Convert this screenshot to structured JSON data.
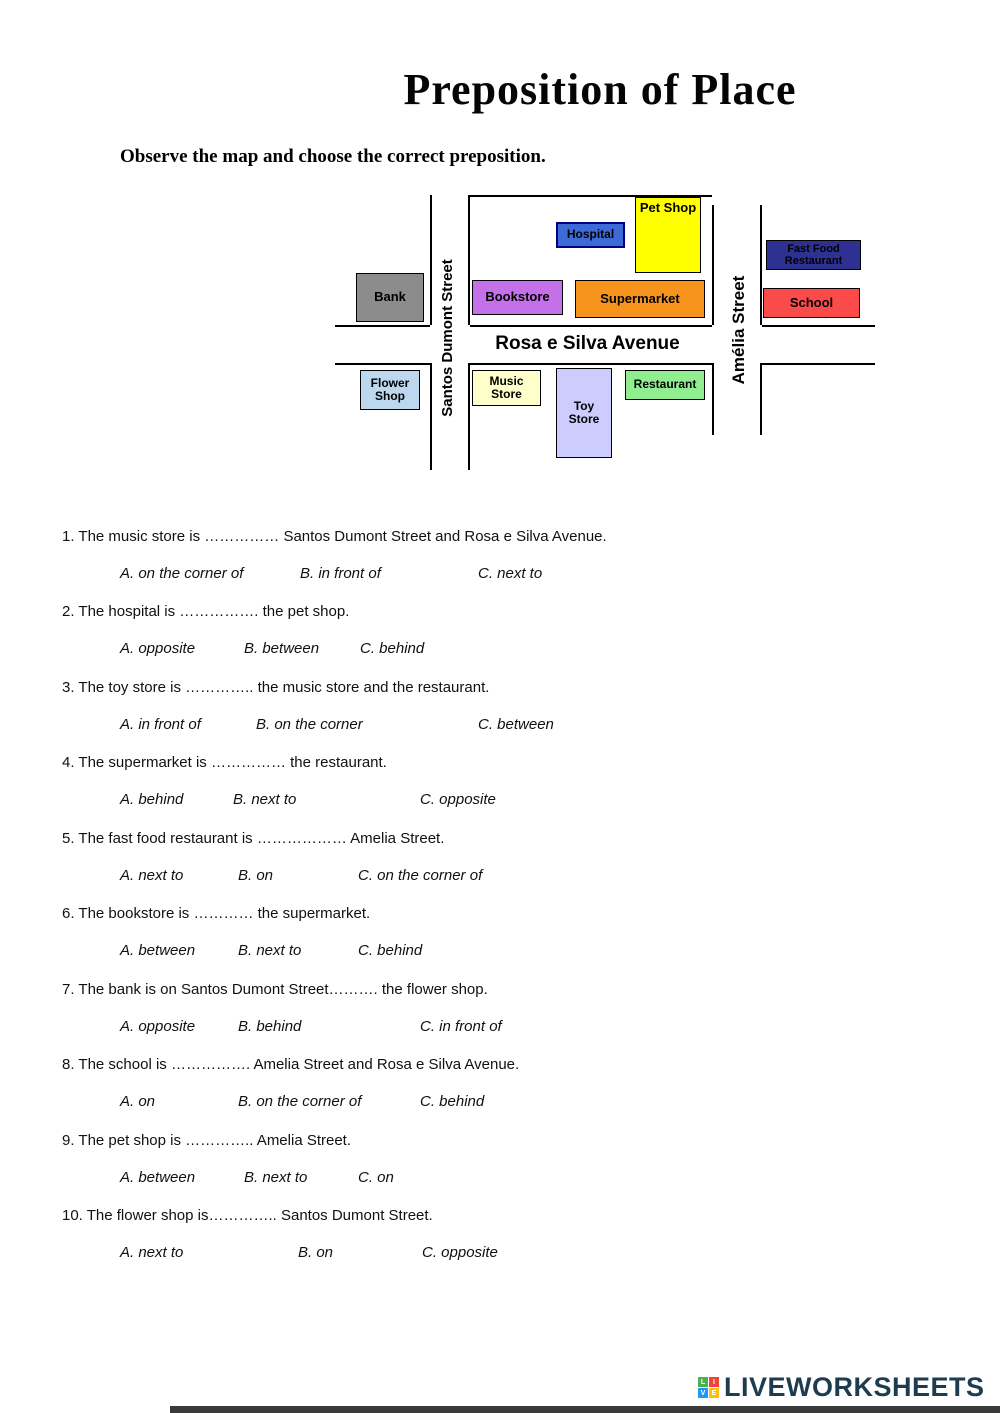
{
  "page": {
    "title": "Preposition of Place",
    "instruction": "Observe the map and choose the correct preposition."
  },
  "map": {
    "streets": {
      "santos_dumont": "Santos Dumont Street",
      "avenue": "Rosa e Silva Avenue",
      "amelia": "Amélia Street"
    },
    "buildings": {
      "bank": {
        "label": "Bank",
        "color": "#8c8c8c"
      },
      "hospital": {
        "label": "Hospital",
        "color": "#3e6ad8"
      },
      "pet_shop": {
        "label": "Pet Shop",
        "color": "#ffff00"
      },
      "bookstore": {
        "label": "Bookstore",
        "color": "#c470e8"
      },
      "supermarket": {
        "label": "Supermarket",
        "color": "#f7941d"
      },
      "fast_food": {
        "label": "Fast Food Restaurant",
        "color": "#2e3192"
      },
      "school": {
        "label": "School",
        "color": "#fb4a4a"
      },
      "flower_shop": {
        "label": "Flower Shop",
        "color": "#bdd7ee"
      },
      "music_store": {
        "label": "Music Store",
        "color": "#ffffcc"
      },
      "toy_store": {
        "label": "Toy Store",
        "color": "#ccccff"
      },
      "restaurant": {
        "label": "Restaurant",
        "color": "#90ee90"
      }
    }
  },
  "questions": [
    {
      "text": "1. The music store is …………… Santos Dumont Street and Rosa e Silva Avenue.",
      "options": [
        "A. on the corner of",
        "B. in front of",
        "C. next to"
      ]
    },
    {
      "text": "2. The hospital is ……………. the pet shop.",
      "options": [
        "A. opposite",
        "B. between",
        "C. behind"
      ]
    },
    {
      "text": "3. The toy store is ………….. the music store and the restaurant.",
      "options": [
        "A.  in front of",
        "B. on the corner",
        "C.  between"
      ]
    },
    {
      "text": "4. The supermarket is …………… the restaurant.",
      "options": [
        "A.  behind",
        "B. next to",
        "C.  opposite"
      ]
    },
    {
      "text": "5. The fast food restaurant is ……………… Amelia Street.",
      "options": [
        "A. next to",
        "B. on",
        "C. on the corner of"
      ]
    },
    {
      "text": "6. The bookstore is ………… the supermarket.",
      "options": [
        "A. between",
        "B.  next to",
        "C. behind"
      ]
    },
    {
      "text": "7. The bank is on Santos Dumont Street………. the flower shop.",
      "options": [
        "A. opposite",
        "B. behind",
        "C. in front of"
      ]
    },
    {
      "text": "8. The school is ……………. Amelia Street and  Rosa e Silva Avenue.",
      "options": [
        "A. on",
        "B. on the corner of",
        "C.  behind"
      ]
    },
    {
      "text": "9. The pet shop is ………….. Amelia Street.",
      "options": [
        "A. between",
        "B. next to",
        "C. on"
      ]
    },
    {
      "text": "10. The flower shop is………….. Santos Dumont Street.",
      "options": [
        "A. next to",
        "B. on",
        "C. opposite"
      ]
    }
  ],
  "footer": {
    "brand": "LIVEWORKSHEETS",
    "logo": {
      "letters": [
        "L",
        "I",
        "V",
        "E"
      ],
      "colors": [
        "#4caf50",
        "#f44336",
        "#2196f3",
        "#ffc107"
      ]
    }
  }
}
